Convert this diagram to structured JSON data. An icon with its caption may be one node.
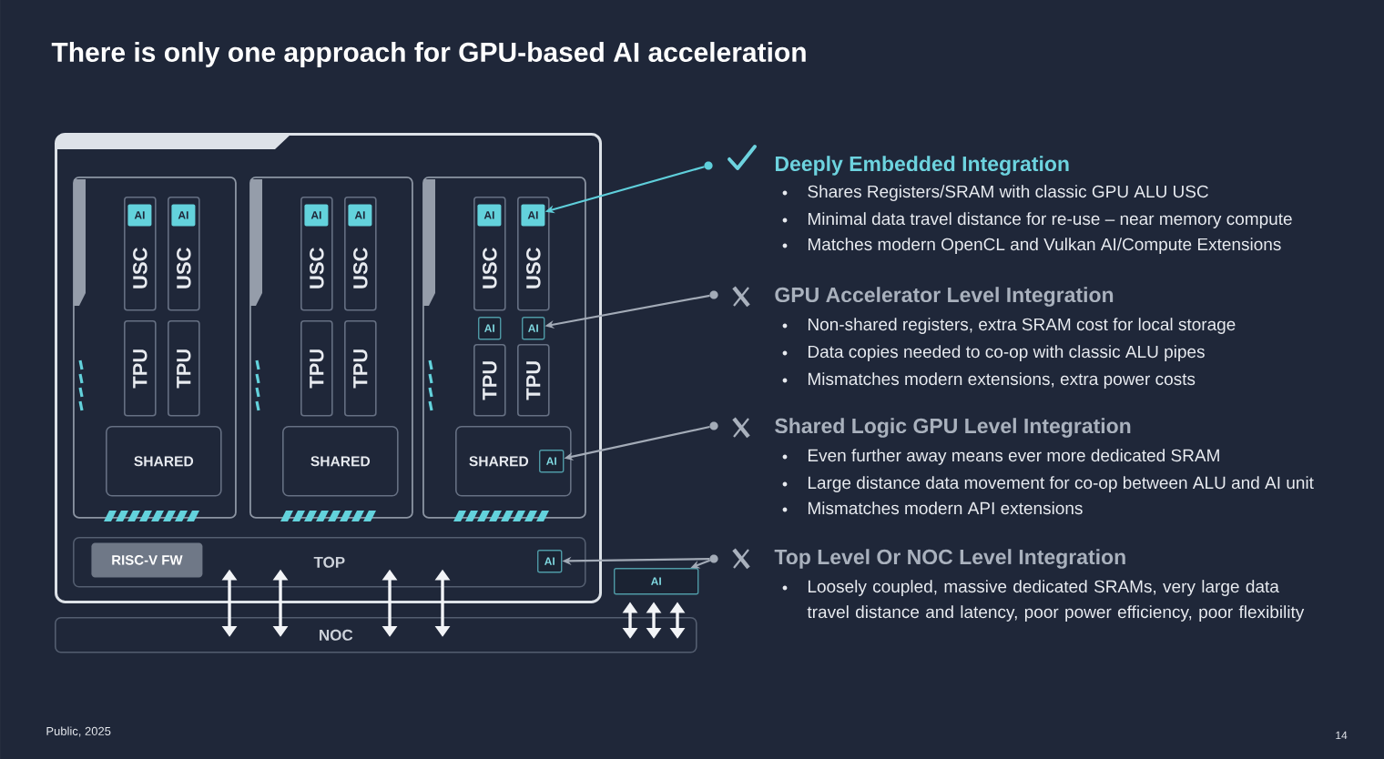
{
  "diagram": {
    "title": "There is only one approach for GPU-based AI acceleration",
    "nodes": [
      {
        "text": [],
        "shape": "box"
      },
      {
        "text": [],
        "shape": "box",
        "in": 0
      },
      {
        "text": [
          "USC"
        ],
        "in": 1
      },
      {
        "text": [
          "AI"
        ],
        "in": 2
      },
      {
        "text": [
          "USC"
        ],
        "in": 1
      },
      {
        "text": [
          "AI"
        ],
        "in": 4
      },
      {
        "text": [
          "TPU"
        ],
        "in": 1
      },
      {
        "text": [
          "TPU"
        ],
        "in": 1
      },
      {
        "text": [
          "SHARED"
        ],
        "in": 1
      },
      {
        "text": [],
        "shape": "box",
        "in": 0
      },
      {
        "text": [
          "USC"
        ],
        "in": 9
      },
      {
        "text": [
          "AI"
        ],
        "in": 10
      },
      {
        "text": [
          "USC"
        ],
        "in": 9
      },
      {
        "text": [
          "AI"
        ],
        "in": 12
      },
      {
        "text": [
          "TPU"
        ],
        "in": 9
      },
      {
        "text": [
          "TPU"
        ],
        "in": 9
      },
      {
        "text": [
          "SHARED"
        ],
        "in": 9
      },
      {
        "text": [],
        "shape": "box",
        "in": 0
      },
      {
        "text": [
          "USC"
        ],
        "in": 17
      },
      {
        "text": [
          "AI"
        ],
        "in": 18
      },
      {
        "text": [
          "USC"
        ],
        "in": 17
      },
      {
        "text": [
          "AI"
        ],
        "in": 20
      },
      {
        "text": [
          "AI"
        ],
        "in": 17
      },
      {
        "text": [
          "AI"
        ],
        "in": 17
      },
      {
        "text": [
          "TPU"
        ],
        "in": 17
      },
      {
        "text": [
          "TPU"
        ],
        "in": 17
      },
      {
        "text": [
          "SHARED"
        ],
        "in": 17
      },
      {
        "text": [
          "AI"
        ],
        "in": 26
      },
      {
        "text": [
          "TOP"
        ],
        "in": 0
      },
      {
        "text": [
          "RISC-V FW"
        ],
        "in": 28
      },
      {
        "text": [
          "AI"
        ],
        "in": 28
      },
      {
        "text": [
          "AI"
        ]
      },
      {
        "text": [
          "NOC"
        ]
      },
      {
        "text": [
          "Deeply Embedded Integration"
        ],
        "beside": [
          "Shares Registers/SRAM with classic GPU ALU USC",
          "Minimal data travel distance for re-use – near memory compute",
          "Matches modern OpenCL and Vulkan AI/Compute Extensions"
        ]
      },
      {
        "text": [
          "GPU Accelerator Level Integration"
        ],
        "beside": [
          "Non-shared registers, extra SRAM cost for local storage",
          "Data copies needed to co-op with classic ALU pipes",
          "Mismatches modern extensions, extra power costs"
        ]
      },
      {
        "text": [
          "Shared Logic GPU Level Integration"
        ],
        "beside": [
          "Even further away means ever more dedicated SRAM",
          "Large distance data movement for co-op between ALU and AI unit",
          "Mismatches modern API extensions"
        ]
      },
      {
        "text": [
          "Top Level Or NOC Level Integration"
        ],
        "beside": [
          "Loosely coupled, massive dedicated SRAMs, very large data travel distance and latency, poor power efficiency, poor flexibility"
        ]
      }
    ],
    "edges": [
      {
        "from": 33,
        "to": 21,
        "arrow": "to",
        "color": "#5fcfdb"
      },
      {
        "from": 34,
        "to": 23,
        "arrow": "to",
        "color": "#a3abb7"
      },
      {
        "from": 35,
        "to": 27,
        "arrow": "to",
        "color": "#a3abb7"
      },
      {
        "from": 36,
        "to": 30,
        "arrow": "to",
        "color": "#a3abb7"
      },
      {
        "from": 36,
        "to": 31,
        "arrow": "to",
        "color": "#a3abb7"
      },
      {
        "from": 28,
        "to": 32,
        "arrow": "both"
      },
      {
        "from": 28,
        "to": 32,
        "arrow": "both"
      },
      {
        "from": 28,
        "to": 32,
        "arrow": "both"
      },
      {
        "from": 28,
        "to": 32,
        "arrow": "both"
      },
      {
        "from": 31,
        "to": 32,
        "arrow": "both"
      },
      {
        "from": 31,
        "to": 32,
        "arrow": "both"
      },
      {
        "from": 31,
        "to": 32,
        "arrow": "both"
      }
    ],
    "labels": [
      "Public, 2025",
      "14"
    ]
  }
}
